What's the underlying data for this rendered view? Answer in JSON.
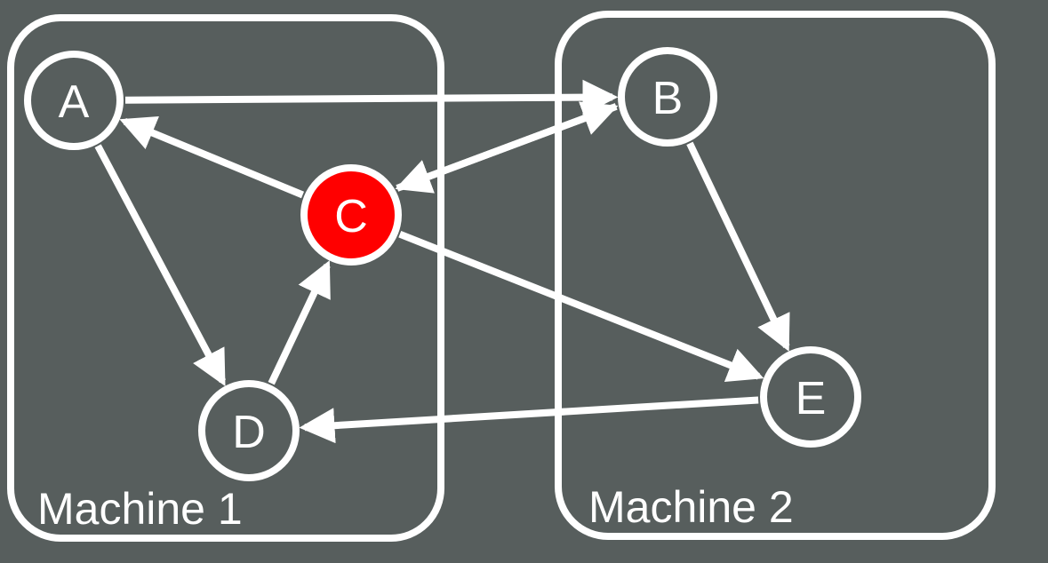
{
  "colors": {
    "background": "#575e5d",
    "stroke": "#ffffff",
    "highlight": "#ff0000"
  },
  "machines": [
    {
      "id": "m1",
      "label": "Machine 1"
    },
    {
      "id": "m2",
      "label": "Machine 2"
    }
  ],
  "nodes": [
    {
      "id": "A",
      "label": "A",
      "highlighted": false
    },
    {
      "id": "B",
      "label": "B",
      "highlighted": false
    },
    {
      "id": "C",
      "label": "C",
      "highlighted": true
    },
    {
      "id": "D",
      "label": "D",
      "highlighted": false
    },
    {
      "id": "E",
      "label": "E",
      "highlighted": false
    }
  ],
  "edges": [
    {
      "from": "A",
      "to": "B"
    },
    {
      "from": "C",
      "to": "A"
    },
    {
      "from": "C",
      "to": "B"
    },
    {
      "from": "B",
      "to": "C"
    },
    {
      "from": "A",
      "to": "D"
    },
    {
      "from": "D",
      "to": "C"
    },
    {
      "from": "C",
      "to": "E"
    },
    {
      "from": "B",
      "to": "E"
    },
    {
      "from": "E",
      "to": "D"
    }
  ]
}
